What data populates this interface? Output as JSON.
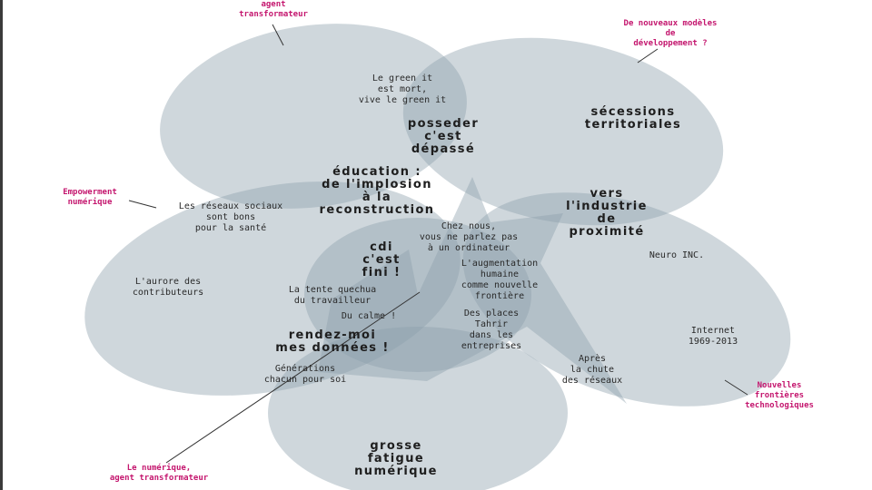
{
  "annotations": {
    "top_left": "agent\ntransformateur",
    "top_right": "De nouveaux modèles\nde\ndéveloppement ?",
    "left": "Empowerment\nnumérique",
    "right": "Nouvelles\nfrontières\ntechnologiques",
    "bottom_left": "Le numérique,\nagent transformateur"
  },
  "headlines": {
    "posseder": "posseder\nc'est\ndépassé",
    "secessions": "sécessions\nterritoriales",
    "education": "éducation :\nde l'implosion\nà la\nreconstruction",
    "industrie": "vers\nl'industrie\nde\nproximité",
    "cdi": "cdi\nc'est\nfini !",
    "donnees": "rendez-moi\nmes données !",
    "fatigue": "grosse\nfatigue\nnumérique"
  },
  "phrases": {
    "green_it": "Le green it\nest mort,\nvive le green it",
    "reseaux_sociaux": "Les réseaux sociaux\nsont bons\npour la santé",
    "chez_nous": "Chez nous,\nvous ne parlez pas\nà un ordinateur",
    "neuro": "Neuro INC.",
    "aurore": "L'aurore des\ncontributeurs",
    "augmentation": "L'augmentation\nhumaine\ncomme nouvelle\nfrontière",
    "tente": "La tente quechua\ndu travailleur",
    "calme": "Du calme !",
    "tahrir": "Des places\nTahrir\ndans les\nentreprises",
    "internet": "Internet\n1969-2013",
    "apres": "Après\nla chute\ndes réseaux",
    "generations": "Générations\nchacun pour soi"
  },
  "colors": {
    "petal": "#8d9fac",
    "annotation": "#c4166e",
    "text": "#1e1e1e"
  }
}
